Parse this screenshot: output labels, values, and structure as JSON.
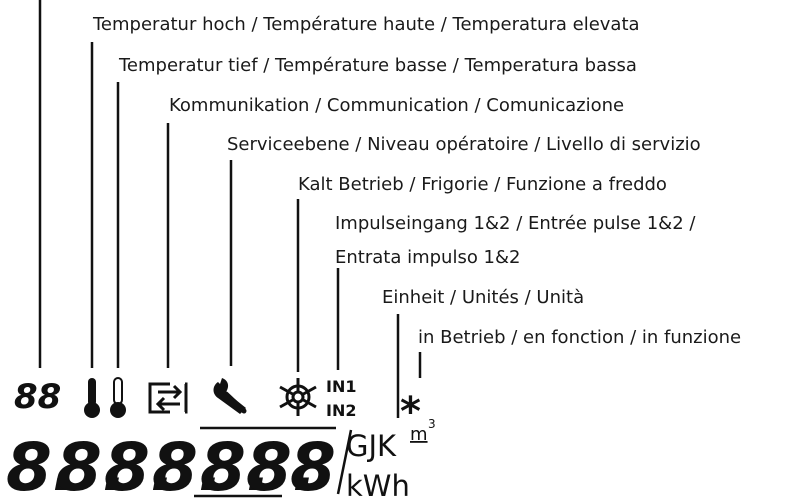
{
  "labels": {
    "temp_high": "Temperatur hoch / Température haute / Temperatura elevata",
    "temp_low": "Temperatur tief / Température basse / Temperatura bassa",
    "communication": "Kommunikation / Communication / Comunicazione",
    "service_level": "Serviceebene / Niveau opératoire / Livello di servizio",
    "cooling": "Kalt Betrieb / Frigorie / Funzione a freddo",
    "pulse_input_line1": "Impulseingang 1&2 / Entrée pulse 1&2 /",
    "pulse_input_line2": "Entrata impulso 1&2",
    "units": "Einheit / Unités / Unità",
    "in_operation": "in Betrieb / en fonction / in funzione"
  },
  "display": {
    "small_digits": "88",
    "main_digits": [
      "8.",
      "8.",
      "8.",
      "8.",
      "8.",
      "8.",
      "8"
    ],
    "in1": "IN1",
    "in2": "IN2",
    "asterisk": "*",
    "unit_top": "GJK",
    "unit_m3": "m",
    "unit_m3_sup": "3",
    "unit_bottom": "kWh"
  },
  "icons": [
    "thermometer-high-icon",
    "thermometer-low-icon",
    "communication-icon",
    "wrench-icon",
    "snowflake-icon",
    "operation-star-icon"
  ]
}
